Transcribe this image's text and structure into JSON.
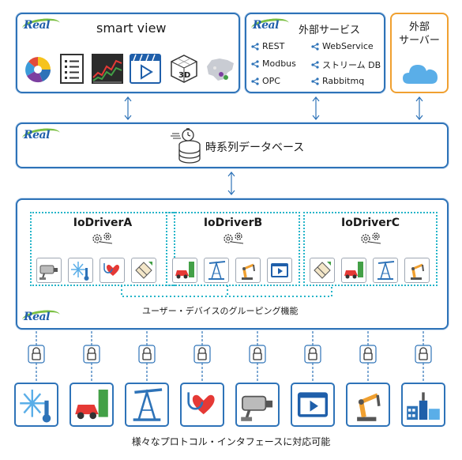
{
  "top_left": {
    "logo": "Real",
    "title": "smart view",
    "icons": [
      "pie-chart-icon",
      "report-list-icon",
      "stock-chart-icon",
      "video-player-icon",
      "3d-cube-icon",
      "map-icon"
    ]
  },
  "external_services": {
    "logo": "Real",
    "title": "外部サービス",
    "items": [
      "REST",
      "WebService",
      "Modbus",
      "ストリーム DB",
      "OPC",
      "Rabbitmq"
    ]
  },
  "external_server": {
    "title_line1": "外部",
    "title_line2": "サーバー"
  },
  "database": {
    "logo": "Real",
    "title": "時系列データベース"
  },
  "drivers": {
    "logo": "Real",
    "grouping_label": "ユーザー・デバイスのグルーピング機能",
    "items": [
      {
        "name": "IoDriverA",
        "tiles": [
          "security-camera-icon",
          "thermometer-snow-icon",
          "stethoscope-heart-icon",
          "parcel-icon"
        ]
      },
      {
        "name": "IoDriverB",
        "tiles": [
          "car-charging-icon",
          "oil-pump-icon",
          "robot-arm-icon",
          "video-player-icon"
        ]
      },
      {
        "name": "IoDriverC",
        "tiles": [
          "parcel-icon",
          "car-charging-icon",
          "oil-pump-icon",
          "robot-arm-icon"
        ]
      }
    ]
  },
  "devices": [
    "thermometer-snow-icon",
    "car-charging-icon",
    "oil-pump-icon",
    "stethoscope-heart-icon",
    "security-camera-icon",
    "video-player-icon",
    "robot-arm-icon",
    "factory-icon"
  ],
  "footer": "様々なプロトコル・インタフェースに対応可能",
  "colors": {
    "border_blue": "#2e73b8",
    "border_orange": "#f0a030",
    "dotted_teal": "#26b5c9",
    "cloud_blue": "#5aaee8",
    "logo_green": "#7bc043"
  }
}
